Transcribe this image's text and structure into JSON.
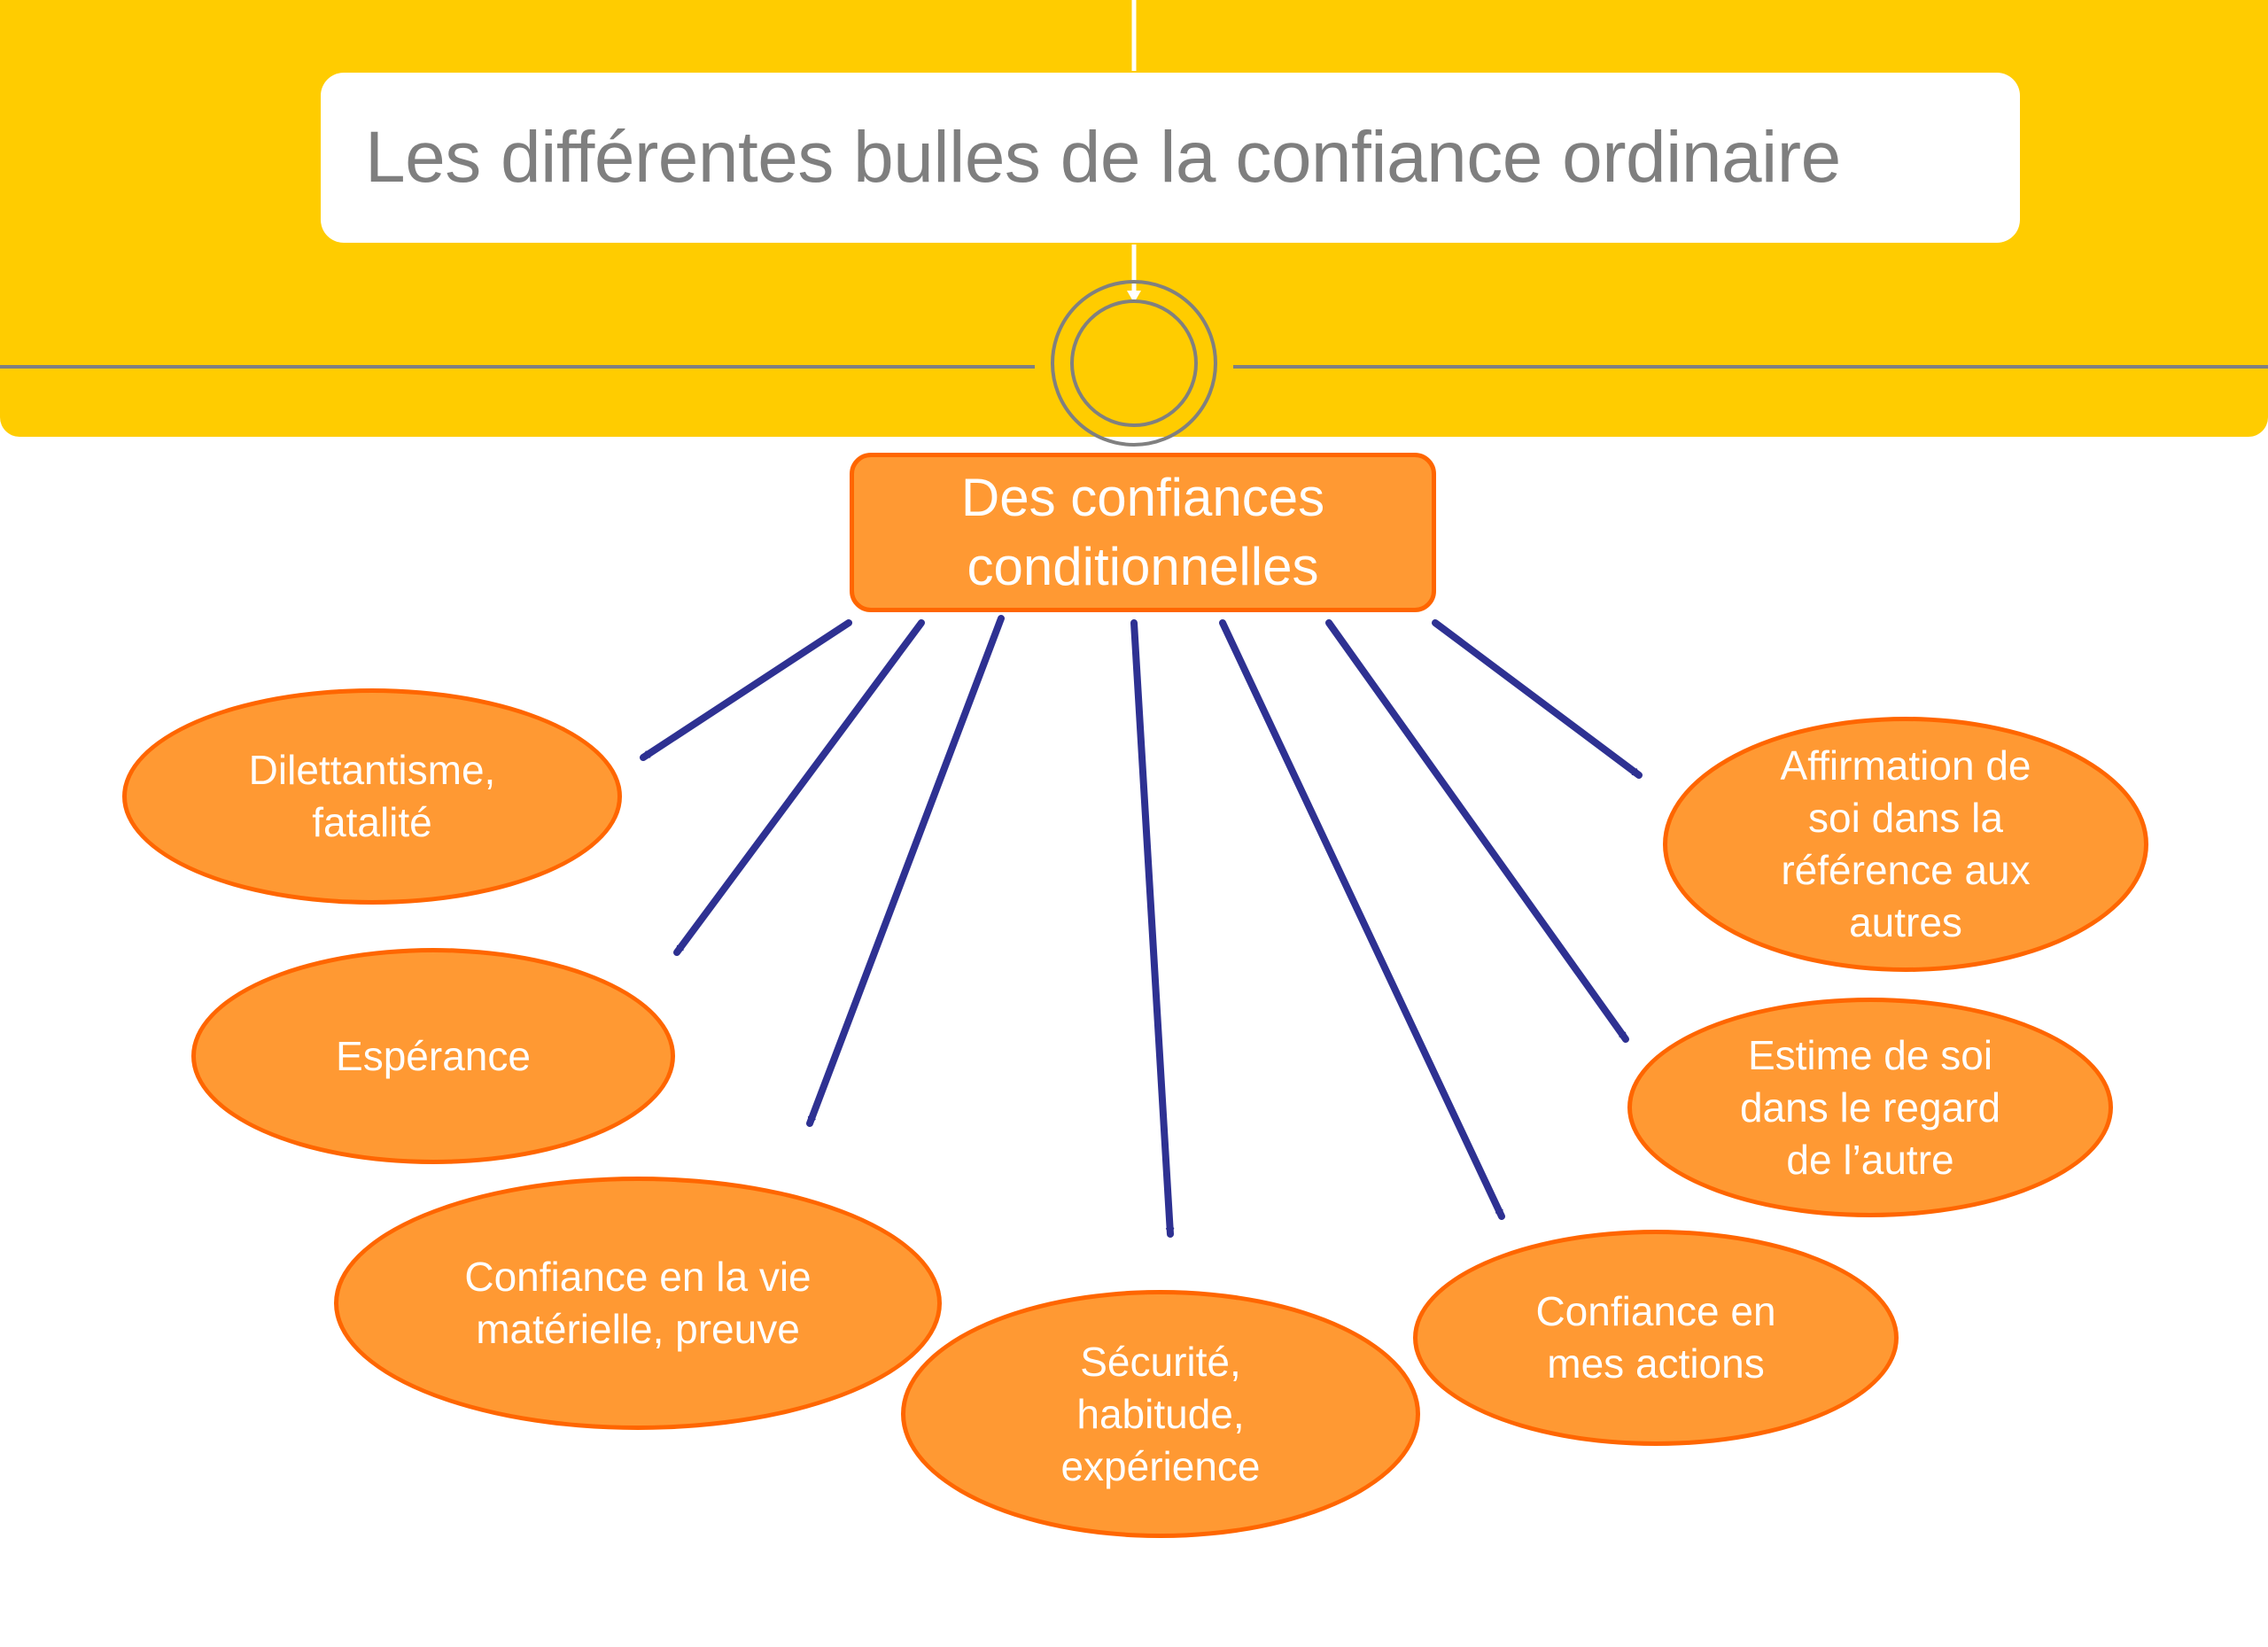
{
  "title": "Les différentes bulles de la confiance ordinaire",
  "root": "Des confiances conditionnelles",
  "bubbles": [
    "Dilettantisme, fatalité",
    "Espérance",
    "Confiance en la vie matérielle, preuve",
    "Sécurité, habitude, expérience",
    "Confiance en mes actions",
    "Estime de soi dans le regard de l’autre",
    "Affirmation de soi dans la référence aux autres"
  ],
  "colors": {
    "banner": "#ffcc00",
    "title_text": "#7f7f7f",
    "node_fill": "#ff9933",
    "node_border": "#ff6600",
    "arrow": "#2e3192",
    "banner_lines": "#808080"
  }
}
